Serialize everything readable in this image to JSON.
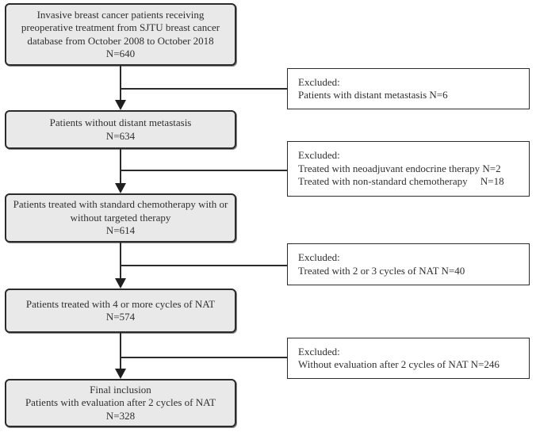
{
  "diagram": {
    "type": "patient-flowchart",
    "colors": {
      "main_box_fill": "#e9e9e9",
      "main_box_border": "#2b2b2b",
      "exclusion_box_fill": "#ffffff",
      "exclusion_box_border": "#2b2b2b",
      "connector_line": "#2b2b2b",
      "text": "#2f2f2f",
      "background": "#ffffff"
    },
    "flow": [
      {
        "n": "N=640",
        "lines": [
          "Invasive breast cancer patients receiving",
          "preoperative treatment from SJTU breast cancer",
          "database from October 2008 to October 2018",
          "N=640"
        ]
      },
      {
        "n": "N=634",
        "lines": [
          "Patients without distant metastasis",
          "N=634"
        ]
      },
      {
        "n": "N=614",
        "lines": [
          "Patients treated with standard chemotherapy with or",
          "without targeted therapy",
          "N=614"
        ]
      },
      {
        "n": "N=574",
        "lines": [
          "Patients treated with 4 or more cycles of NAT",
          "N=574"
        ]
      },
      {
        "n": "N=328",
        "lines": [
          "Final inclusion",
          "Patients with evaluation after 2 cycles of NAT",
          "N=328"
        ]
      }
    ],
    "exclusions": [
      {
        "lines": [
          "Excluded:",
          "Patients with distant metastasis N=6"
        ]
      },
      {
        "lines": [
          "Excluded:",
          "Treated with neoadjuvant endocrine therapy N=2",
          "Treated with non-standard chemotherapy     N=18"
        ]
      },
      {
        "lines": [
          "Excluded:",
          "Treated with 2 or 3 cycles of NAT N=40"
        ]
      },
      {
        "lines": [
          "Excluded:",
          "Without evaluation after 2 cycles of NAT N=246"
        ]
      }
    ]
  }
}
